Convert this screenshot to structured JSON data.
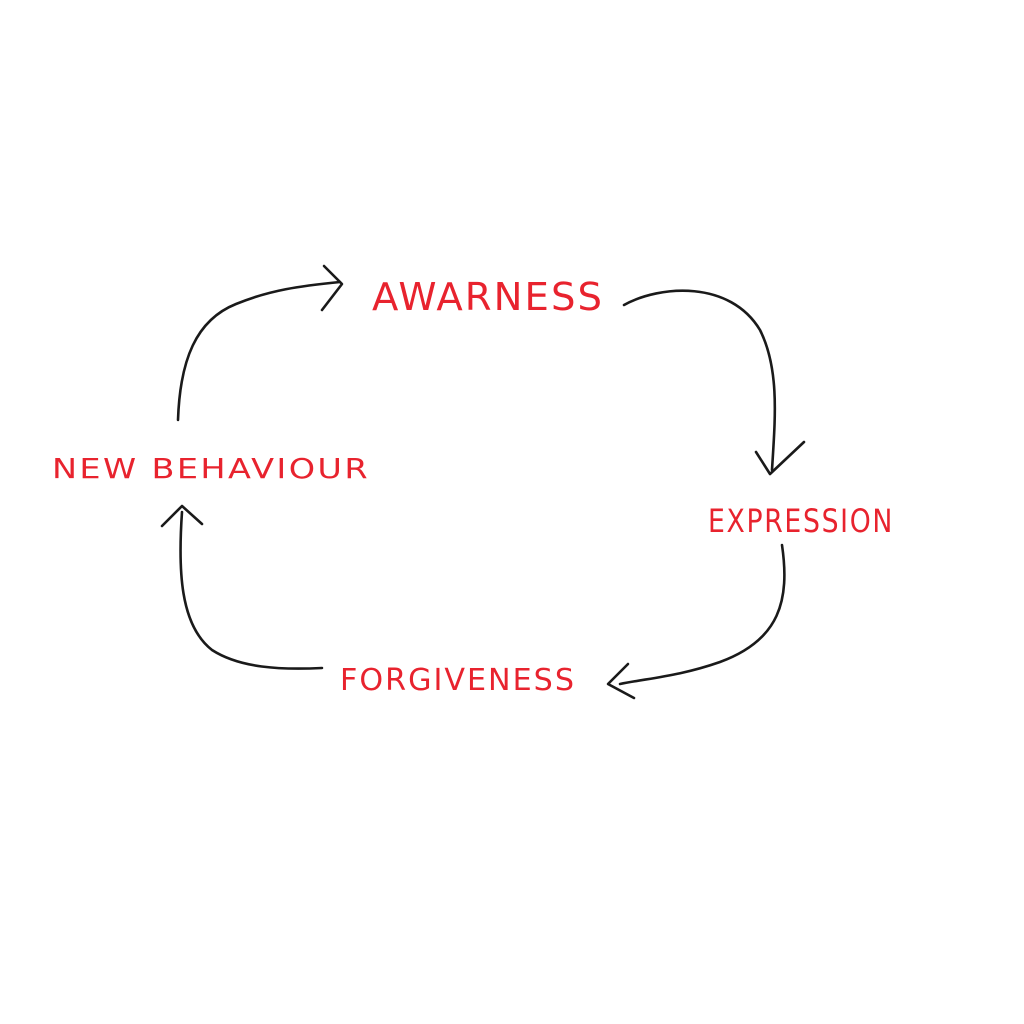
{
  "diagram": {
    "nodes": {
      "awareness": "AWARNESS",
      "expression": "EXPRESSION",
      "forgiveness": "FORGIVENESS",
      "new_behaviour": "NEW BEHAVIOUR"
    },
    "colors": {
      "label": "#e8232e",
      "arrow": "#1a1a1a",
      "background": "#ffffff"
    }
  }
}
